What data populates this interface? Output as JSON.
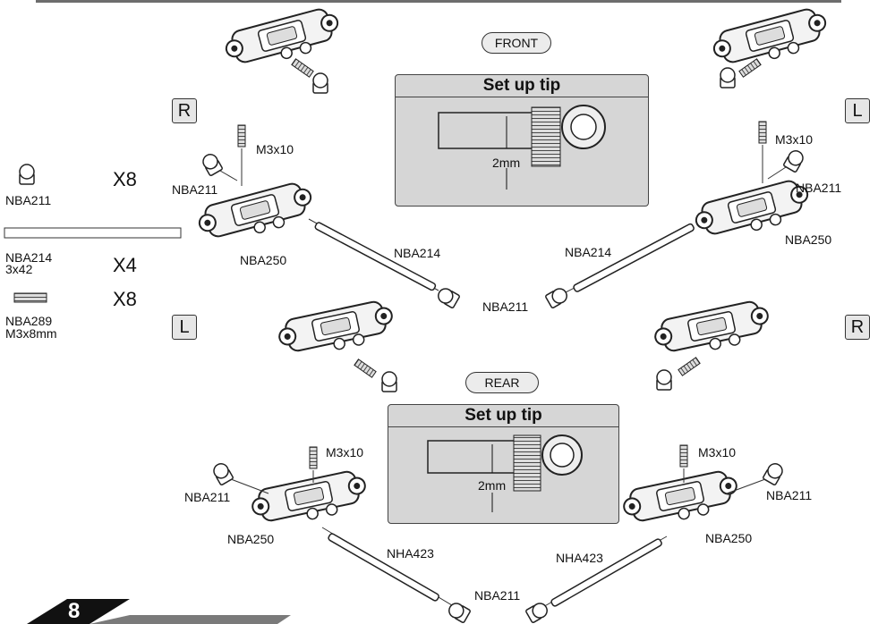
{
  "orientation": {
    "front": "FRONT",
    "rear": "REAR"
  },
  "side_letters": {
    "front_left_panel": "R",
    "front_right_panel": "L",
    "rear_left_panel": "L",
    "rear_right_panel": "R"
  },
  "setup_tip": {
    "title": "Set up tip",
    "gap": "2mm"
  },
  "parts_list": [
    {
      "code": "NBA211",
      "spec": "",
      "qty": "X8"
    },
    {
      "code": "NBA214",
      "spec": "3x42",
      "qty": "X4"
    },
    {
      "code": "NBA289",
      "spec": "M3x8mm",
      "qty": "X8"
    }
  ],
  "callouts": {
    "screw": "M3x10",
    "ball": "NBA211",
    "arm": "NBA250",
    "front_pin": "NBA214",
    "rear_pin": "NHA423"
  },
  "page_number": "8",
  "colors": {
    "box_fill": "#d6d6d6",
    "label_fill": "#e6e6e6",
    "page_tab": "#111111"
  }
}
